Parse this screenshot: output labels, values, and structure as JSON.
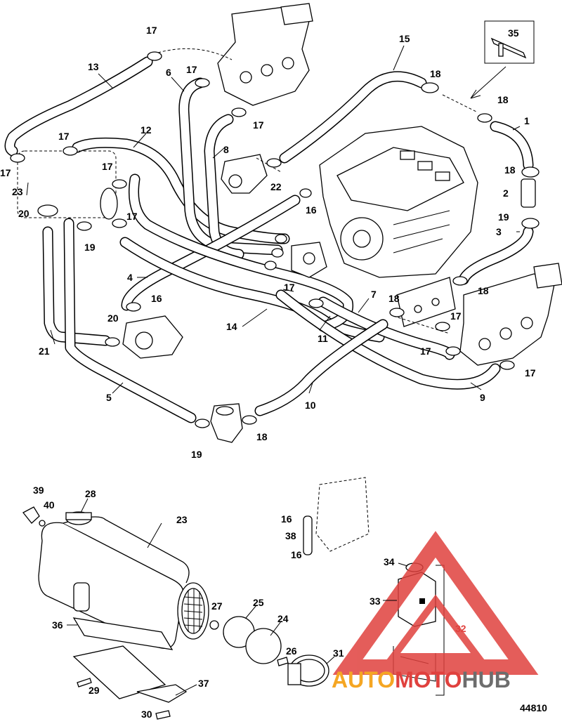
{
  "figure_number": "44810",
  "watermark": {
    "text_auto": "AUTO",
    "text_moto": "MOTO",
    "text_hub": "HUB",
    "color_red": "#e0413e",
    "color_orange": "#f5a623",
    "color_gray": "#6d6d6d"
  },
  "callouts": {
    "c1": "1",
    "c2": "2",
    "c3": "3",
    "c4": "4",
    "c5": "5",
    "c6": "6",
    "c7": "7",
    "c8": "8",
    "c9": "9",
    "c10": "10",
    "c11": "11",
    "c12": "12",
    "c13": "13",
    "c14": "14",
    "c15": "15",
    "c16": "16",
    "c17": "17",
    "c18": "18",
    "c19": "19",
    "c20": "20",
    "c21": "21",
    "c22": "22",
    "c23": "23",
    "c24": "24",
    "c25": "25",
    "c26": "26",
    "c27": "27",
    "c28": "28",
    "c29": "29",
    "c30": "30",
    "c31": "31",
    "c32": "32",
    "c33": "33",
    "c34": "34",
    "c35": "35",
    "c36": "36",
    "c37": "37",
    "c38": "38",
    "c39": "39",
    "c40": "40"
  }
}
